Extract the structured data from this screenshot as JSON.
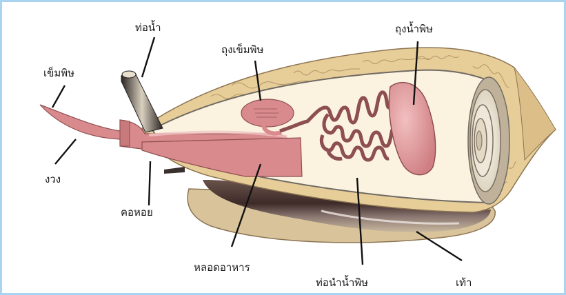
{
  "labels": {
    "tube_top": "ท่อน้ำ",
    "harpoon": "เข็มพิษ",
    "harpoon_sac": "ถุงเข็มพิษ",
    "venom_bulb": "ถุงน้ำพิษ",
    "proboscis": "งวง",
    "pharynx": "คอหอย",
    "esophagus": "หลอดอาหาร",
    "venom_duct": "ท่อนำน้ำพิษ",
    "foot": "เท้า"
  },
  "colors": {
    "frame_border": "#a9d3ee",
    "shell_tan": "#e7cd98",
    "shell_pattern": "#a3835a",
    "body_cream": "#fbf3df",
    "organ_pink": "#d98a8c",
    "foot_brown": "#4a3733",
    "leader_line": "#111111"
  }
}
